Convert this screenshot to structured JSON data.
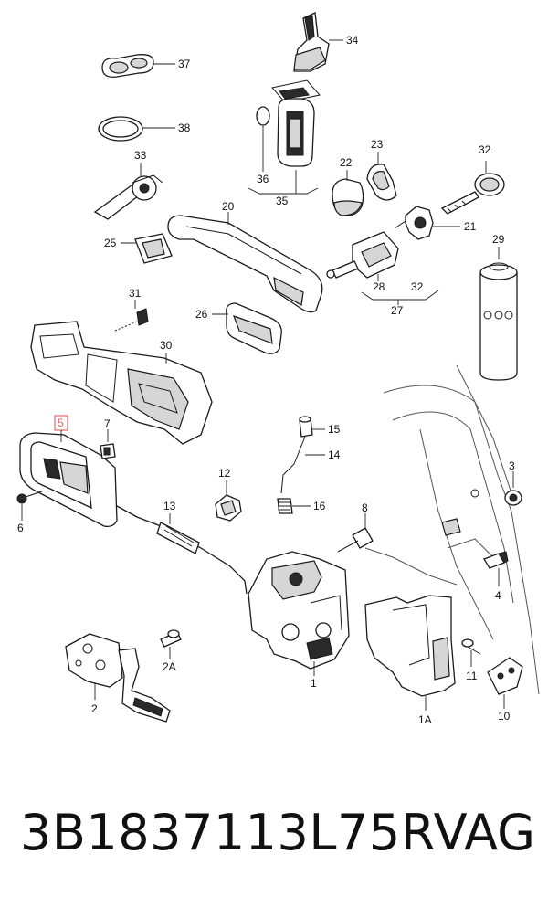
{
  "callouts": {
    "c34": "34",
    "c37": "37",
    "c38": "38",
    "c33": "33",
    "c36": "36",
    "c35": "35",
    "c23": "23",
    "c22": "22",
    "c32": "32",
    "c20": "20",
    "c21": "21",
    "c25": "25",
    "c29": "29",
    "c28": "28",
    "c27": "27",
    "c32b": "32",
    "c31": "31",
    "c26": "26",
    "c30": "30",
    "c5": "5",
    "c7": "7",
    "c15": "15",
    "c14": "14",
    "c3": "3",
    "c6": "6",
    "c12": "12",
    "c13": "13",
    "c16": "16",
    "c8": "8",
    "c4": "4",
    "c2A": "2A",
    "c1": "1",
    "c11": "11",
    "c1A": "1A",
    "c2": "2",
    "c10": "10"
  },
  "footer": {
    "part_number": "3B1837113L75R",
    "brand": "VAG"
  },
  "colors": {
    "highlight": "#e06a6a",
    "line": "#1a1a1a"
  }
}
